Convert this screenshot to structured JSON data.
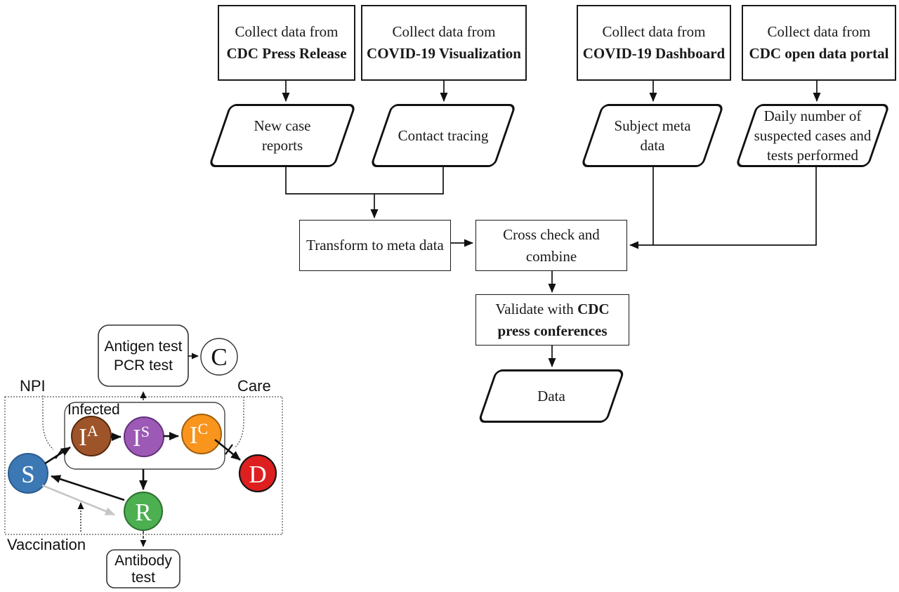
{
  "flowchart": {
    "sources": [
      {
        "prefix": "Collect data from",
        "name": "CDC Press Release"
      },
      {
        "prefix": "Collect data from",
        "name": "COVID-19 Visualization"
      },
      {
        "prefix": "Collect data from",
        "name": "COVID-19 Dashboard"
      },
      {
        "prefix": "Collect data from",
        "name": "CDC open data portal"
      }
    ],
    "datasets": [
      {
        "label": "New case reports"
      },
      {
        "label": "Contact tracing"
      },
      {
        "label": "Subject meta data"
      },
      {
        "label": "Daily number of suspected cases and tests performed"
      }
    ],
    "transform_label": "Transform to meta data",
    "cross_check": {
      "line1": "Cross check and",
      "line2": "combine"
    },
    "validate": {
      "prefix": "Validate with",
      "bold1": "CDC",
      "bold2": "press conferences"
    },
    "output_label": "Data"
  },
  "model": {
    "npi_label": "NPI",
    "care_label": "Care",
    "vaccination_label": "Vaccination",
    "infected_label": "Infected",
    "antigen_box": {
      "line1": "Antigen test",
      "line2": "PCR test"
    },
    "antibody_box": {
      "line1": "Antibody",
      "line2": "test"
    },
    "compartments": {
      "S": {
        "label": "S",
        "fill": "#3B78B4",
        "stroke": "#2B5C8F",
        "text_color": "#ffffff"
      },
      "IA": {
        "label": "I",
        "sup": "A",
        "fill": "#9E5429",
        "stroke": "#57280E",
        "text_color": "#ffffff"
      },
      "IS": {
        "label": "I",
        "sup": "S",
        "fill": "#9C59B5",
        "stroke": "#63327A",
        "text_color": "#ffffff"
      },
      "IC": {
        "label": "I",
        "sup": "C",
        "fill": "#F9941C",
        "stroke": "#9E5E0D",
        "text_color": "#ffffff"
      },
      "C": {
        "label": "C",
        "fill": "#ffffff",
        "stroke": "#333333",
        "text_color": "#111111"
      },
      "D": {
        "label": "D",
        "fill": "#DE1F1F",
        "stroke": "#151515",
        "text_color": "#ffffff"
      },
      "R": {
        "label": "R",
        "fill": "#4CAF50",
        "stroke": "#2C6E2F",
        "text_color": "#ffffff"
      }
    },
    "arrow_colors": {
      "black": "#111111",
      "gray": "#C6C6C6"
    }
  }
}
